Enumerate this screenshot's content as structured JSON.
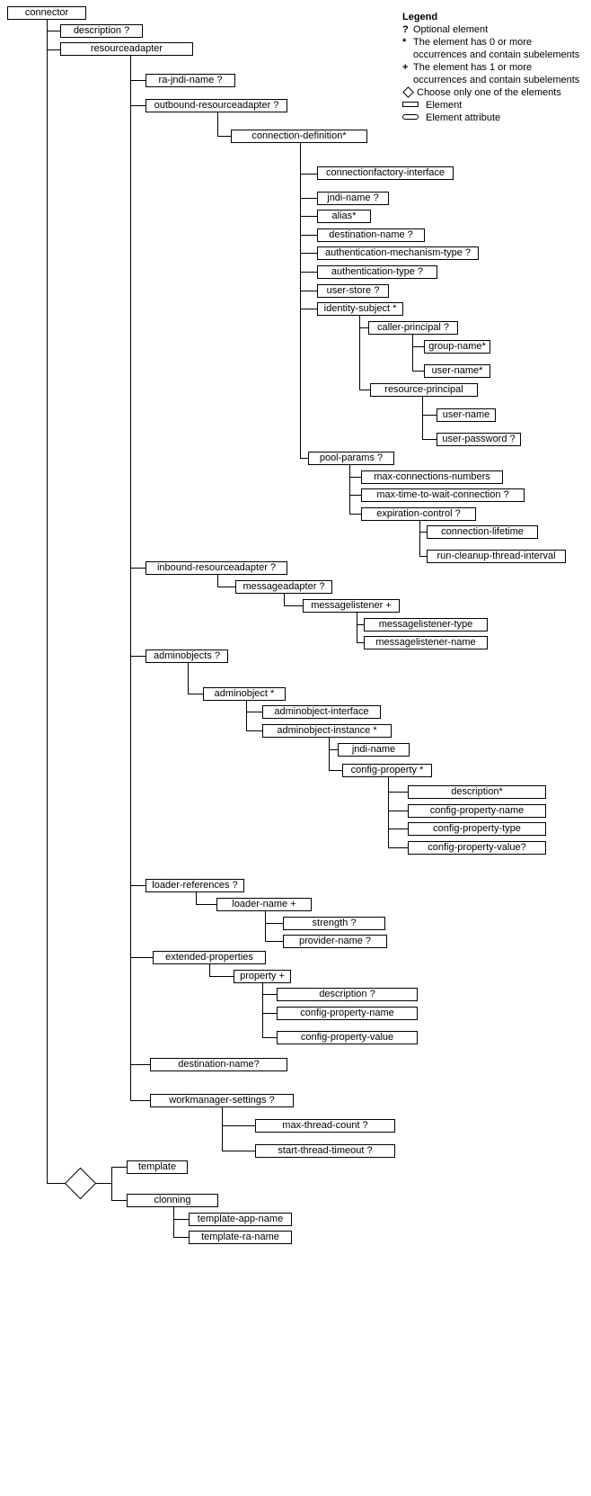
{
  "legend": {
    "title": "Legend",
    "optional": {
      "symbol": "?",
      "text": "Optional element"
    },
    "zero_or_more": {
      "symbol": "*",
      "text": "The element has 0 or more occurrences and contain subelements"
    },
    "one_or_more": {
      "symbol": "+",
      "text": "The element has 1 or more occurrences and contain subelements"
    },
    "choice": {
      "icon": "diamond-icon",
      "text": "Choose only one of the elements"
    },
    "element": {
      "icon": "rectangle-icon",
      "text": "Element"
    },
    "attribute": {
      "icon": "rounded-rectangle-icon",
      "text": "Element attribute"
    }
  },
  "nodes": {
    "connector": "connector",
    "description_root": "description ?",
    "resourceadapter": "resourceadapter",
    "ra_jndi_name": "ra-jndi-name ?",
    "outbound_resourceadapter": "outbound-resourceadapter ?",
    "connection_definition": "connection-definition*",
    "connectionfactory_interface": "connectionfactory-interface",
    "jndi_name_cd": "jndi-name ?",
    "alias": "alias*",
    "destination_name_cd": "destination-name ?",
    "authentication_mechanism_type": "authentication-mechanism-type ?",
    "authentication_type": "authentication-type ?",
    "user_store": "user-store ?",
    "identity_subject": "identity-subject *",
    "caller_principal": "caller-principal ?",
    "group_name": "group-name*",
    "user_name_caller": "user-name*",
    "resource_principal": "resource-principal",
    "user_name_resource": "user-name",
    "user_password": "user-password ?",
    "pool_params": "pool-params ?",
    "max_connections_numbers": "max-connections-numbers",
    "max_time_to_wait_connection": "max-time-to-wait-connection ?",
    "expiration_control": "expiration-control ?",
    "connection_lifetime": "connection-lifetime",
    "run_cleanup_thread_interval": "run-cleanup-thread-interval",
    "inbound_resourceadapter": "inbound-resourceadapter ?",
    "messageadapter": "messageadapter ?",
    "messagelistener": "messagelistener +",
    "messagelistener_type": "messagelistener-type",
    "messagelistener_name": "messagelistener-name",
    "adminobjects": "adminobjects ?",
    "adminobject": "adminobject *",
    "adminobject_interface": "adminobject-interface",
    "adminobject_instance": "adminobject-instance *",
    "jndi_name_ai": "jndi-name",
    "config_property": "config-property *",
    "description_cp": "description*",
    "config_property_name_cp": "config-property-name",
    "config_property_type": "config-property-type",
    "config_property_value_cp": "config-property-value?",
    "loader_references": "loader-references ?",
    "loader_name": "loader-name +",
    "strength": "strength ?",
    "provider_name": "provider-name ?",
    "extended_properties": "extended-properties",
    "property": "property +",
    "description_prop": "description ?",
    "config_property_name_prop": "config-property-name",
    "config_property_value_prop": "config-property-value",
    "destination_name_ra": "destination-name?",
    "workmanager_settings": "workmanager-settings ?",
    "max_thread_count": "max-thread-count ?",
    "start_thread_timeout": "start-thread-timeout ?",
    "template": "template",
    "clonning": "clonning",
    "template_app_name": "template-app-name",
    "template_ra_name": "template-ra-name"
  }
}
